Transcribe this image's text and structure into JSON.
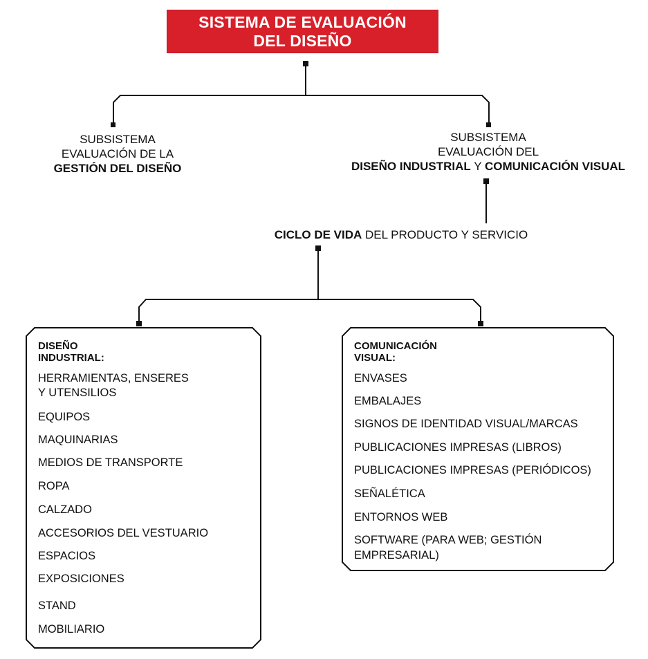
{
  "title": {
    "line1": "SISTEMA DE EVALUACIÓN",
    "line2": "DEL DISEÑO",
    "color": "#d8202a"
  },
  "subsystem_left": {
    "line1": "SUBSISTEMA",
    "line2": "EVALUACIÓN DE LA",
    "line3": "GESTIÓN DEL DISEÑO"
  },
  "subsystem_right": {
    "line1": "SUBSISTEMA",
    "line2": "EVALUACIÓN DEL",
    "line3_bold_a": "DISEÑO INDUSTRIAL",
    "line3_mid": " Y ",
    "line3_bold_b": "COMUNICACIÓN VISUAL"
  },
  "cycle": {
    "bold": "CICLO DE VIDA",
    "rest": " DEL PRODUCTO Y SERVICIO"
  },
  "industrial": {
    "heading": "DISEÑO INDUSTRIAL:",
    "items": [
      "HERRAMIENTAS, ENSERES",
      "Y UTENSILIOS",
      "EQUIPOS",
      "MAQUINARIAS",
      "MEDIOS DE TRANSPORTE",
      "ROPA",
      "CALZADO",
      "ACCESORIOS DEL VESTUARIO",
      "ESPACIOS",
      "EXPOSICIONES",
      "STAND",
      "MOBILIARIO"
    ]
  },
  "visual": {
    "heading": "COMUNICACIÓN VISUAL:",
    "items": [
      "ENVASES",
      "EMBALAJES",
      "SIGNOS DE IDENTIDAD VISUAL/MARCAS",
      "PUBLICACIONES IMPRESAS (LIBROS)",
      "PUBLICACIONES IMPRESAS (PERIÓDICOS)",
      "SEÑALÉTICA",
      "ENTORNOS WEB",
      "SOFTWARE (PARA WEB; GESTIÓN",
      "EMPRESARIAL)"
    ]
  }
}
